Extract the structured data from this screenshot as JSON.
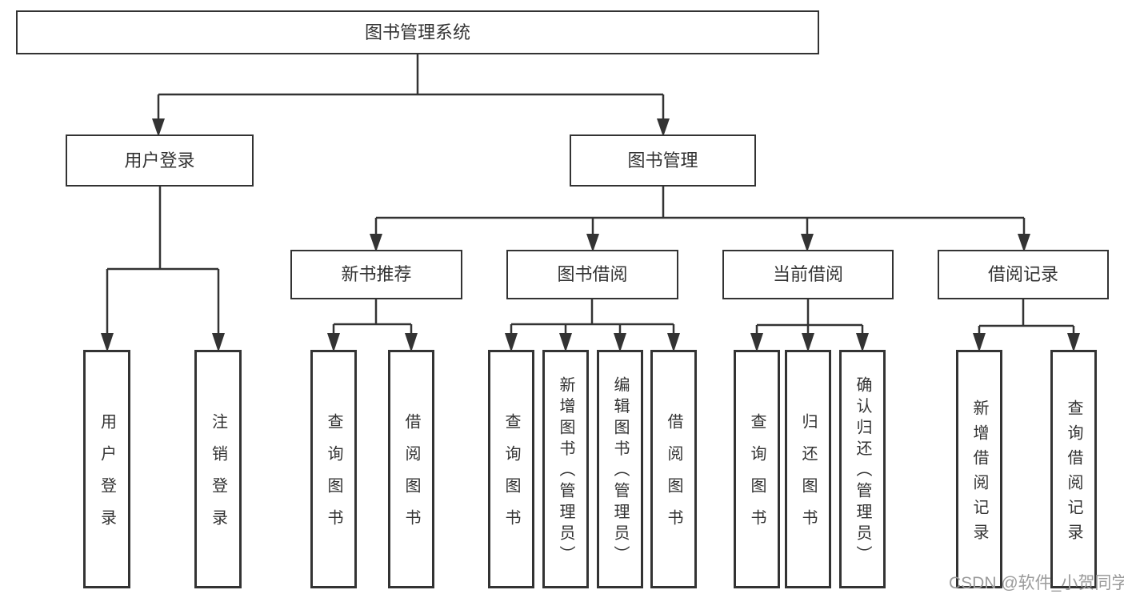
{
  "diagram": {
    "type": "tree",
    "root": {
      "label": "图书管理系统",
      "children": [
        {
          "label": "用户登录",
          "children": [
            {
              "label": "用户登录"
            },
            {
              "label": "注销登录"
            }
          ]
        },
        {
          "label": "图书管理",
          "children": [
            {
              "label": "新书推荐",
              "children": [
                {
                  "label": "查询图书"
                },
                {
                  "label": "借阅图书"
                }
              ]
            },
            {
              "label": "图书借阅",
              "children": [
                {
                  "label": "查询图书"
                },
                {
                  "label": "新增图书（管理员）"
                },
                {
                  "label": "编辑图书（管理员）"
                },
                {
                  "label": "借阅图书"
                }
              ]
            },
            {
              "label": "当前借阅",
              "children": [
                {
                  "label": "查询图书"
                },
                {
                  "label": "归还图书"
                },
                {
                  "label": "确认归还（管理员）"
                }
              ]
            },
            {
              "label": "借阅记录",
              "children": [
                {
                  "label": "新增借阅记录"
                },
                {
                  "label": "查询借阅记录"
                }
              ]
            }
          ]
        }
      ]
    },
    "colors": {
      "line": "#333333",
      "box_border": "#333333",
      "box_fill": "#ffffff",
      "text": "#333333",
      "watermark_text": "#9b9b9b",
      "background": "#ffffff"
    }
  },
  "watermark": {
    "text": "CSDN @软件_小贺同学"
  }
}
